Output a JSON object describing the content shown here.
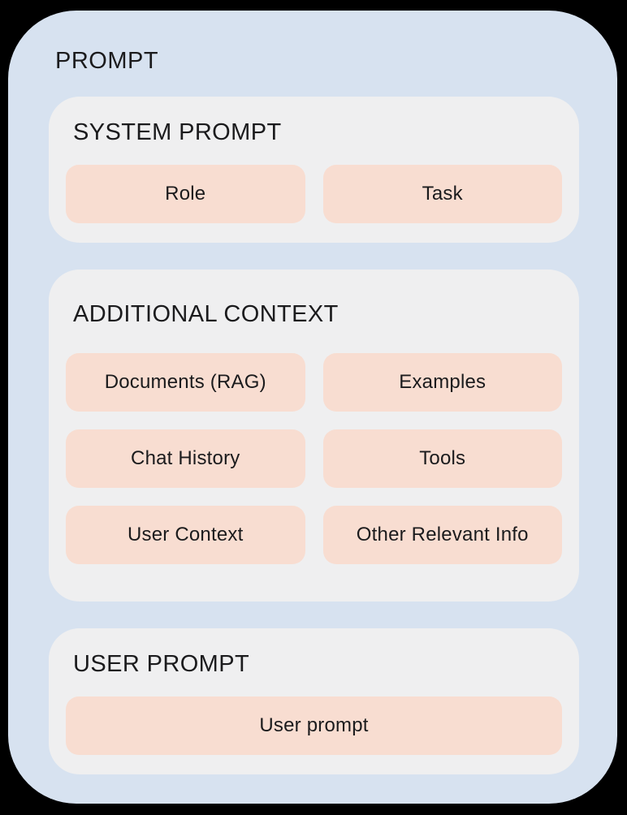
{
  "title": "PROMPT",
  "colors": {
    "backdrop": "#000000",
    "blue": "#d7e2f0",
    "panel": "#efeff0",
    "chip": "#f8ddd1",
    "ink": "#1b1b1d"
  },
  "sections": [
    {
      "id": "system-prompt",
      "heading": "SYSTEM PROMPT",
      "chips": [
        "Role",
        "Task"
      ]
    },
    {
      "id": "additional-context",
      "heading": "ADDITIONAL CONTEXT",
      "chips": [
        "Documents (RAG)",
        "Examples",
        "Chat History",
        "Tools",
        "User Context",
        "Other Relevant Info"
      ]
    },
    {
      "id": "user-prompt",
      "heading": "USER PROMPT",
      "chips": [
        "User prompt"
      ]
    }
  ]
}
